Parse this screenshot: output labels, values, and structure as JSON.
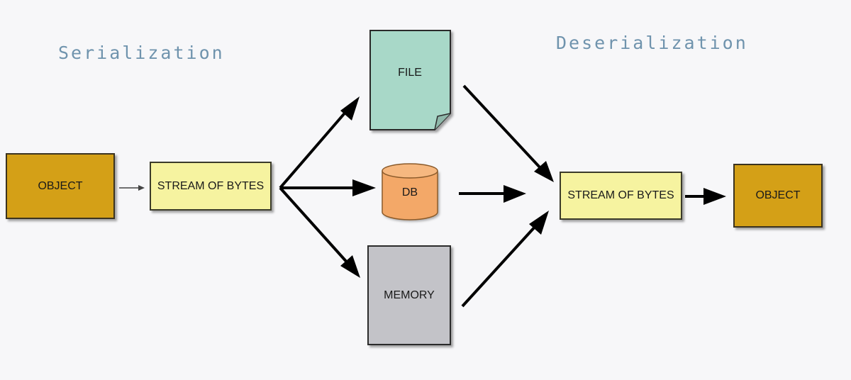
{
  "headings": {
    "left": "Serialization",
    "right": "Deserialization"
  },
  "nodes": {
    "object_left": "OBJECT",
    "stream_left": "STREAM OF BYTES",
    "file": "FILE",
    "db": "DB",
    "memory": "MEMORY",
    "stream_right": "STREAM OF BYTES",
    "object_right": "OBJECT"
  },
  "colors": {
    "object": "#d4a017",
    "stream": "#f6f3a0",
    "file": "#a8d8c8",
    "db": "#f3a868",
    "memory": "#c3c3c8",
    "heading": "#6f93ad",
    "arrow": "#000000"
  }
}
